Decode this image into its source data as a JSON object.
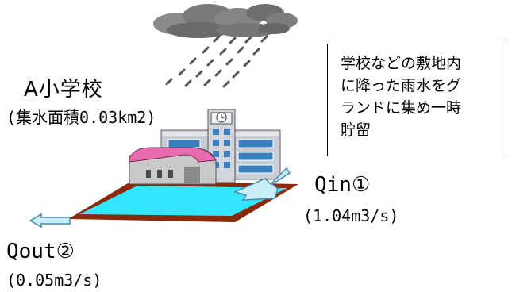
{
  "school_name": "A小学校",
  "catchment_area": "(集水面積0.03km2)",
  "note": "学校などの敷地内\nに降った雨水をグ\nランドに集め一時\n貯留",
  "inflow": {
    "label": "Qin①",
    "value": "(1.04m3/s)"
  },
  "outflow": {
    "label": "Qout②",
    "value": "(0.05m3/s)"
  },
  "colors": {
    "cloud": "#7a7a7a",
    "rain": "#555555",
    "pond_water": "#33e6ff",
    "pond_rim": "#8b2a0a",
    "arrow_fill": "#c8eef8",
    "arrow_stroke": "#4a8aa8",
    "gym_roof": "#e86bb0",
    "building": "#c8ccd4"
  },
  "icons": [
    "rain-cloud-icon",
    "school-building-icon",
    "clock-icon",
    "retention-pond-icon",
    "inflow-arrow-icon",
    "outflow-arrow-icon"
  ]
}
